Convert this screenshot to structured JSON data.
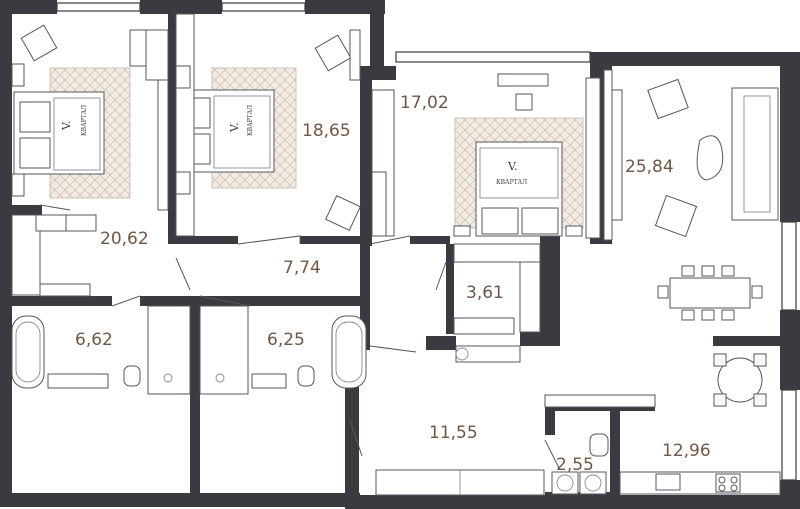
{
  "brand": {
    "mark": "V.",
    "text": "КВАРТАЛ"
  },
  "rooms": {
    "bedroom_1": "20,62",
    "bedroom_2": "18,65",
    "bedroom_3": "17,02",
    "living": "25,84",
    "corridor": "7,74",
    "wardrobe": "3,61",
    "bath_1": "6,62",
    "bath_2": "6,25",
    "hall": "11,55",
    "laundry": "2,55",
    "kitchen": "12,96"
  },
  "colors": {
    "wall": "#3a3b40",
    "label": "#6f5747",
    "rug": "#f1ebe4"
  }
}
